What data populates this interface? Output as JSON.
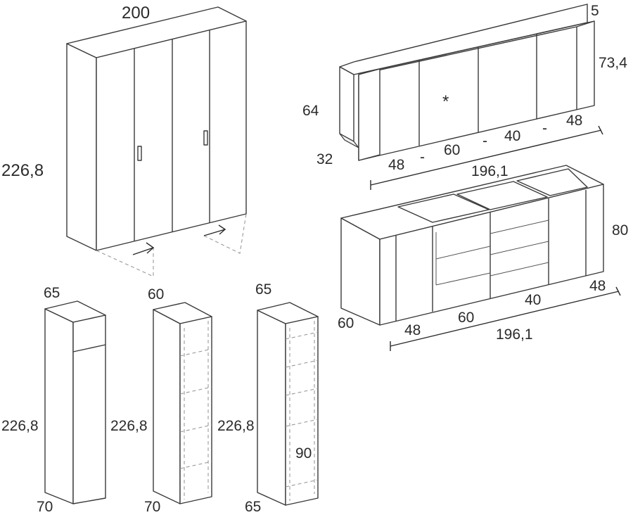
{
  "wardrobe": {
    "width": "200",
    "height": "226,8"
  },
  "upper_unit": {
    "depth_top": "5",
    "height": "73,4",
    "inner_height": "64",
    "depth": "32",
    "modules": [
      "48",
      "60",
      "40",
      "48"
    ],
    "separator": "-",
    "total": "196,1",
    "marker": "*"
  },
  "lower_unit": {
    "height": "80",
    "depth": "60",
    "modules": [
      "48",
      "60",
      "40",
      "48"
    ],
    "total": "196,1"
  },
  "column_1": {
    "depth": "65",
    "height": "226,8",
    "width": "70"
  },
  "column_2": {
    "depth": "60",
    "height": "226,8",
    "width": "70"
  },
  "column_3": {
    "depth": "65",
    "height": "226,8",
    "width": "65",
    "shelf_span": "90"
  }
}
